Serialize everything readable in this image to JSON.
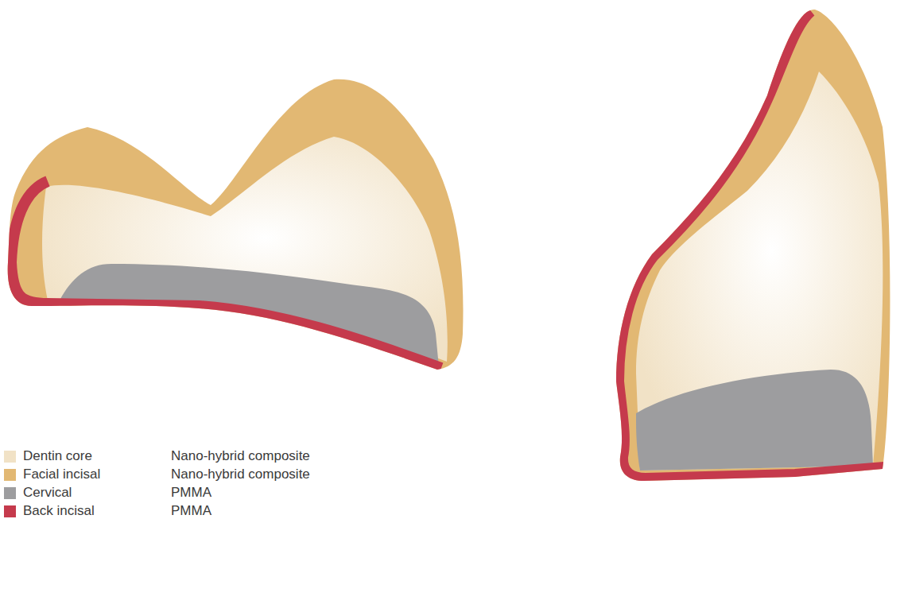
{
  "diagram": {
    "labels": [
      "Nano-hybrid composite",
      "Nano-hybrid composite",
      "PMMA",
      "PMMA"
    ],
    "legend": [
      {
        "text": "Dentin core",
        "color": "#f1e2c6"
      },
      {
        "text": "Facial incisal",
        "color": "#e2b873"
      },
      {
        "text": "Cervical",
        "color": "#9d9d9f"
      },
      {
        "text": "Back incisal",
        "color": "#c53a4c"
      }
    ]
  }
}
